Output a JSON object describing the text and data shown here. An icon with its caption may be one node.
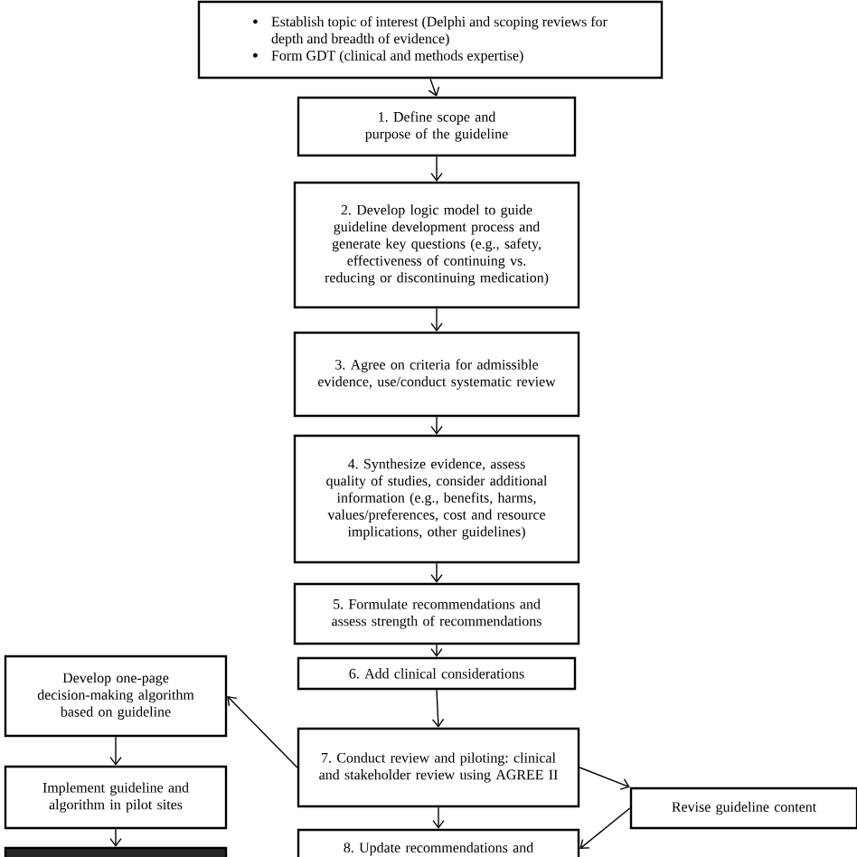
{
  "diagram": {
    "nodes": [
      {
        "text": [
          "Establish topic of interest (Delphi and scoping reviews for depth and breadth of evidence)",
          "Form GDT (clinical and methods expertise)"
        ]
      },
      {
        "text": [
          "1. Define scope and purpose of the guideline"
        ]
      },
      {
        "text": [
          "2. Develop logic model to guide guideline development process and generate key questions (e.g., safety, effectiveness of continuing vs. reducing or discontinuing medication)"
        ]
      },
      {
        "text": [
          "3. Agree on criteria for admissible evidence, use/conduct systematic review"
        ]
      },
      {
        "text": [
          "4. Synthesize evidence, assess quality of studies, consider additional information (e.g., benefits, harms, values/preferences, cost and resource implications, other guidelines)"
        ]
      },
      {
        "text": [
          "5. Formulate recommendations and assess strength of recommendations"
        ]
      },
      {
        "text": [
          "6. Add clinical considerations"
        ]
      },
      {
        "text": [
          "7. Conduct review and piloting: clinical and stakeholder review using AGREE II"
        ]
      },
      {
        "text": [
          "8. Update recommendations and"
        ]
      },
      {
        "text": [
          "Develop one-page decision-making algorithm based on guideline"
        ]
      },
      {
        "text": [
          "Implement guideline and algorithm in pilot sites"
        ]
      },
      {
        "text": [],
        "shape": "box"
      },
      {
        "text": [
          "Revise guideline content"
        ]
      }
    ],
    "edges": [
      {
        "from": 0,
        "to": 1,
        "arrow": "to"
      },
      {
        "from": 1,
        "to": 2,
        "arrow": "to"
      },
      {
        "from": 2,
        "to": 3,
        "arrow": "to"
      },
      {
        "from": 3,
        "to": 4,
        "arrow": "to"
      },
      {
        "from": 4,
        "to": 5,
        "arrow": "to"
      },
      {
        "from": 5,
        "to": 6,
        "arrow": "to"
      },
      {
        "from": 6,
        "to": 7,
        "arrow": "to"
      },
      {
        "from": 7,
        "to": 8,
        "arrow": "to"
      },
      {
        "from": 7,
        "to": 9,
        "arrow": "to"
      },
      {
        "from": 7,
        "to": 12,
        "arrow": "to"
      },
      {
        "from": 12,
        "to": 8,
        "arrow": "to"
      },
      {
        "from": 9,
        "to": 10,
        "arrow": "to"
      },
      {
        "from": 10,
        "to": 11,
        "arrow": "to"
      }
    ]
  }
}
